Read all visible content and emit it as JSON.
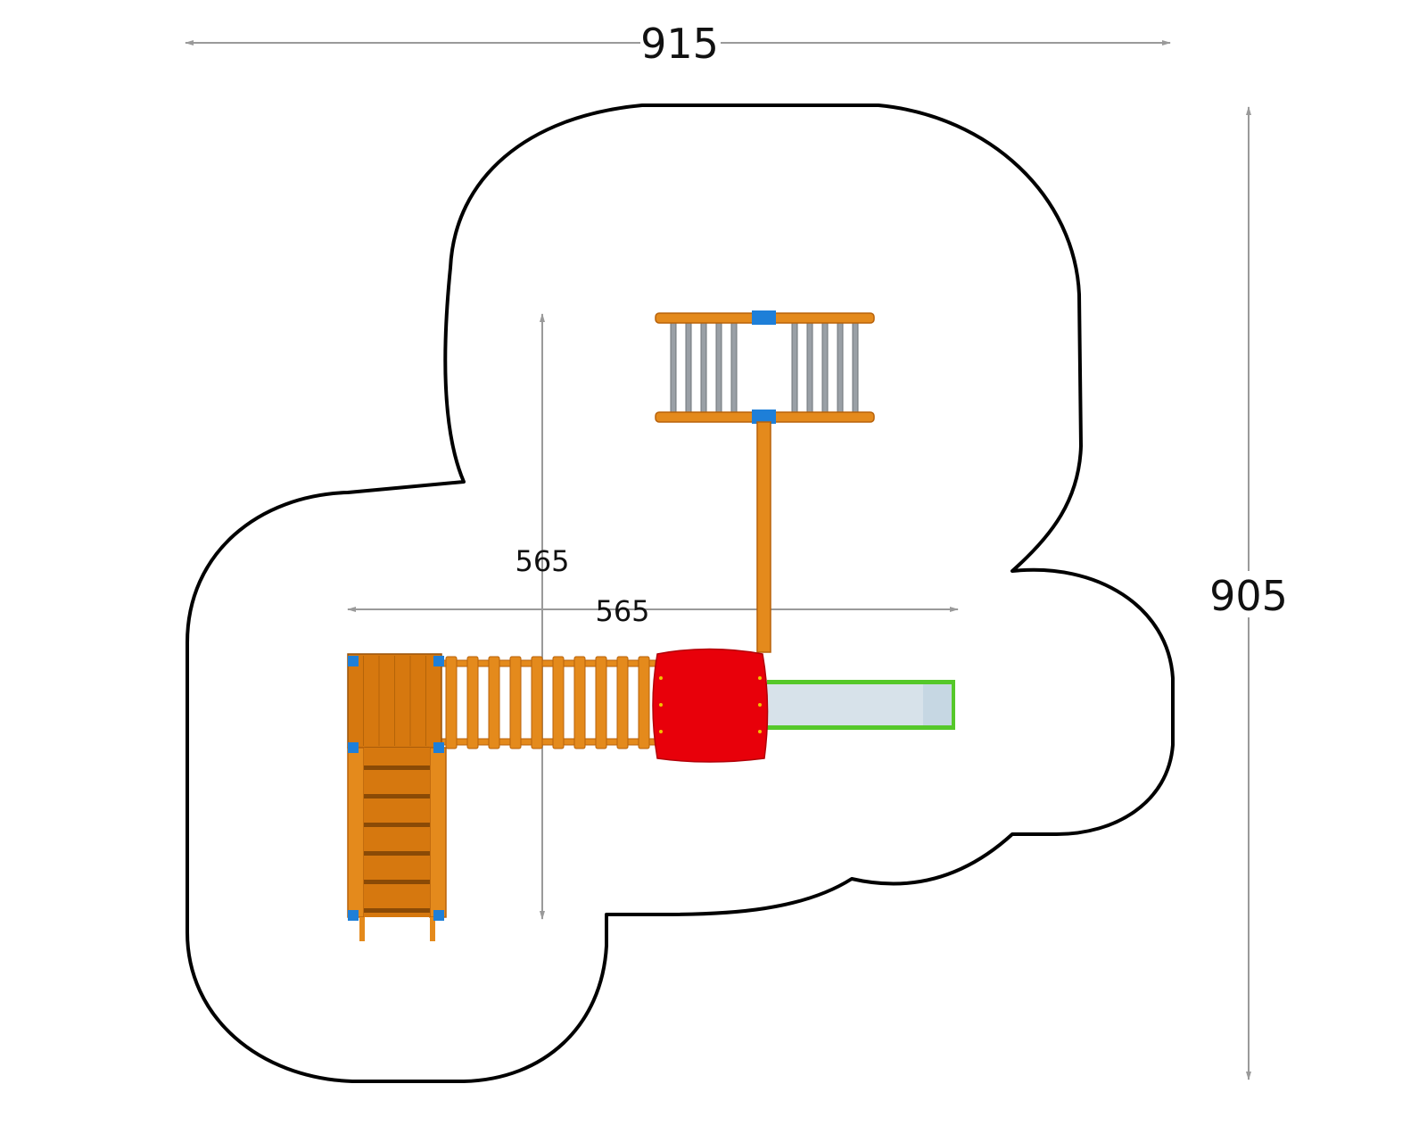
{
  "dimensions": {
    "overall_width": "915",
    "overall_height": "905",
    "inner_height": "565",
    "inner_width": "565"
  },
  "colors": {
    "safety_outline": "#000000",
    "dimension_arrow": "#9a9a9a",
    "wood": "#e48a1c",
    "wood_dark": "#b8620a",
    "wood_light": "#f0a03a",
    "connector": "#1e7fd8",
    "roof": "#e8000a",
    "slide_bed": "#d7e2ea",
    "slide_rail": "#55c82a",
    "rung": "#9aa0a6"
  },
  "components": {
    "platform": "platform",
    "stairs": "stairs",
    "bridge": "bridge",
    "roof": "roof",
    "slide": "slide",
    "monkey_bars": "monkey-bars",
    "pole": "pole"
  }
}
